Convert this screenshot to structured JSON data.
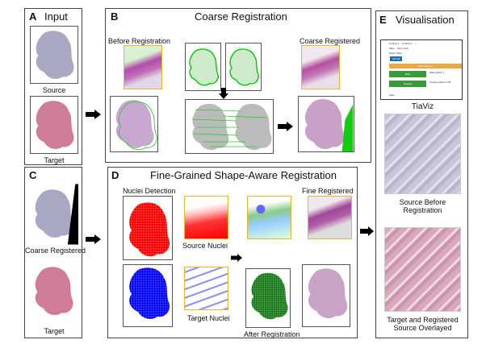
{
  "panels": {
    "a": {
      "letter": "A",
      "title": "Input",
      "source": "Source",
      "target": "Target"
    },
    "b": {
      "letter": "B",
      "title": "Coarse Registration",
      "before": "Before Registration",
      "after": "Coarse Registered"
    },
    "c": {
      "letter": "C",
      "coarse": "Coarse Registered",
      "target": "Target"
    },
    "d": {
      "letter": "D",
      "title": "Fine-Grained Shape-Aware Registration",
      "nuclei_detection": "Nuclei Detection",
      "source_nuclei": "Source Nuclei",
      "target_nuclei": "Target Nuclei",
      "after": "After Registration",
      "fine": "Fine Registered"
    },
    "e": {
      "letter": "E",
      "title": "Visualisation",
      "tiaviz": "TiaViz",
      "source_before": "Source Before Registration",
      "overlay": "Target and Registered Source Overlayed"
    }
  },
  "tiaviz_ui": {
    "tabs": [
      "window 1",
      "window 2",
      "+"
    ],
    "subtabs": [
      "Main",
      "More Opts"
    ],
    "select_slide": "Select Slide:",
    "slide_chip": "WLI.tiff",
    "add_overlay": "Add Overlay +",
    "slide_btn": "Slide",
    "slide_alpha": "Slide Alpha: 1",
    "overlay_btn": "Overlay",
    "overlay_alpha": "Overlay Alpha: 0.45",
    "filter": "Filter:"
  },
  "colors": {
    "zoom_frame": "#f0b429",
    "source": "#9a98b8",
    "target": "#c8708f",
    "red": "#ff0000",
    "blue": "#0000ff",
    "green": "#1a7a1a"
  }
}
